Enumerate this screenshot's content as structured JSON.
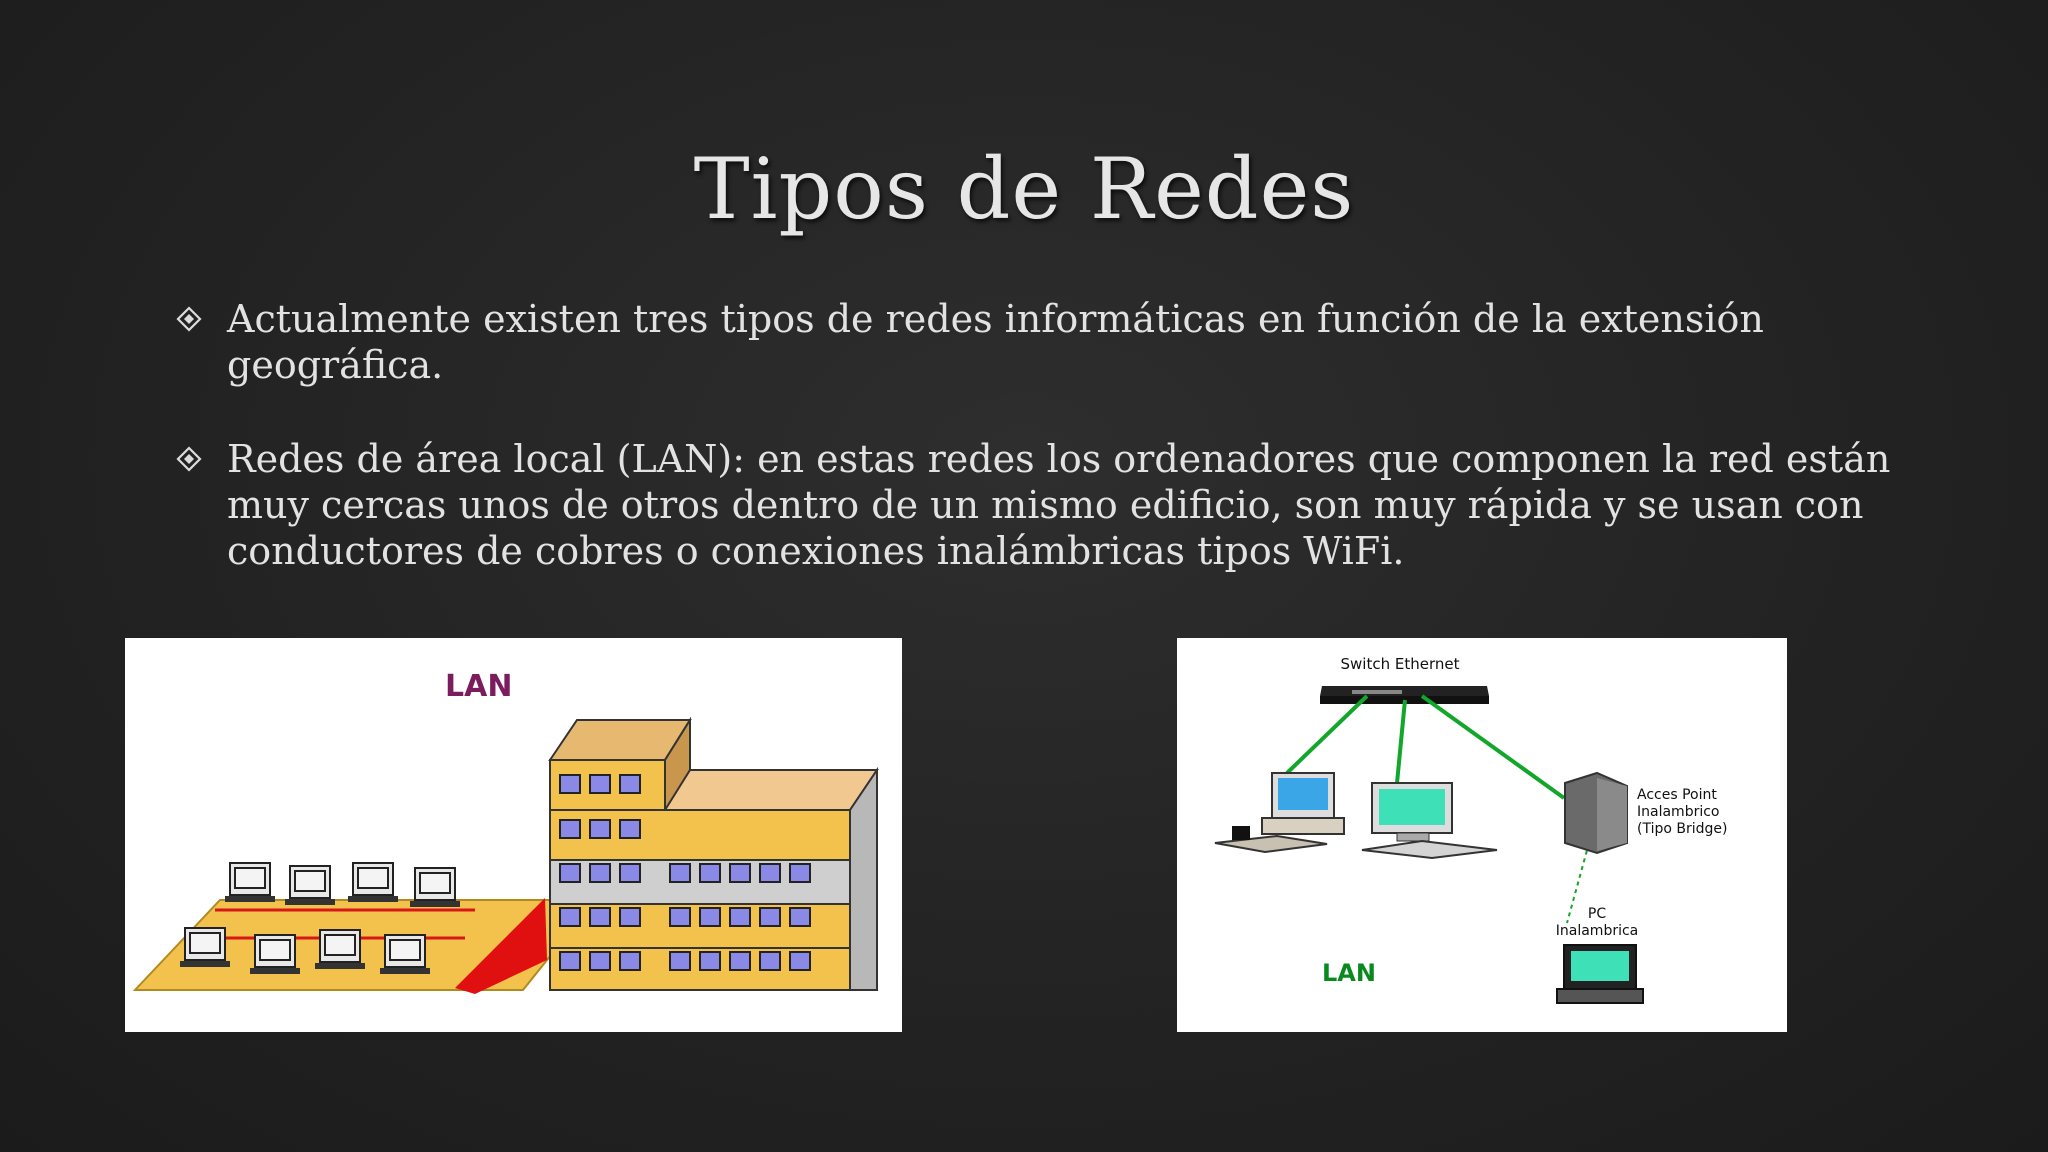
{
  "slide": {
    "title": "Tipos de Redes",
    "bullets": [
      {
        "text": "Actualmente existen tres tipos de redes informáticas en función de la extensión geográfica."
      },
      {
        "text": "Redes de área local (LAN): en estas redes los ordenadores que componen la red están muy cercas unos de otros dentro de un mismo edificio, son muy rápida y se usan con conductores de cobres o conexiones inalámbricas tipos WiFi."
      }
    ],
    "bullet_icon": "diamond-bullet-icon"
  },
  "figure_lan_building": {
    "label": "LAN"
  },
  "figure_lan_diagram": {
    "switch_label": "Switch Ethernet",
    "access_point_label": [
      "Acces Point",
      "Inalambrico",
      "(Tipo Bridge)"
    ],
    "pc_label": [
      "PC",
      "Inalambrica"
    ],
    "lan_label": "LAN"
  },
  "colors": {
    "background": "#262626",
    "text": "#e2e2e2",
    "lan_label_purple": "#7a1c5e",
    "lan_label_green": "#0a8a1e",
    "link_green": "#12a62a",
    "screen_cyan": "#3ee0b8",
    "screen_blue": "#3aa6e8",
    "building": "#f2c24c"
  }
}
